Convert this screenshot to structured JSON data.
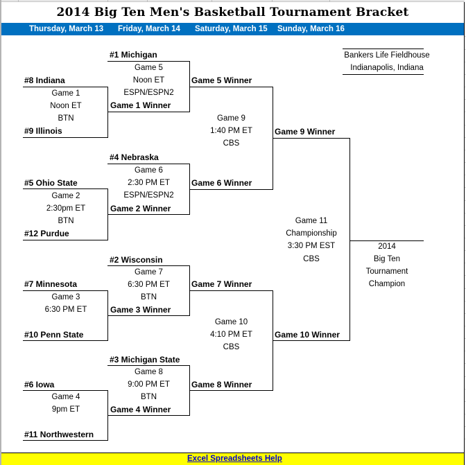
{
  "title": "2014 Big Ten Men's Basketball Tournament Bracket",
  "dates": [
    "Thursday, March 13",
    "Friday, March 14",
    "Saturday, March 15",
    "Sunday, March 16"
  ],
  "venue": {
    "name": "Bankers Life Fieldhouse",
    "city": "Indianapolis, Indiana"
  },
  "round1": [
    {
      "top": "#8 Indiana",
      "bottom": "#9 Illinois",
      "game": "Game 1",
      "time": "Noon ET",
      "tv": "BTN"
    },
    {
      "top": "#5 Ohio State",
      "bottom": "#12 Purdue",
      "game": "Game 2",
      "time": "2:30pm ET",
      "tv": "BTN"
    },
    {
      "top": "#7 Minnesota",
      "bottom": "#10 Penn State",
      "game": "Game 3",
      "time": "6:30 PM ET",
      "tv": ""
    },
    {
      "top": "#6 Iowa",
      "bottom": "#11 Northwestern",
      "game": "Game 4",
      "time": "9pm ET",
      "tv": ""
    }
  ],
  "round2": [
    {
      "top": "#1 Michigan",
      "bottom": "Game 1 Winner",
      "game": "Game 5",
      "time": "Noon ET",
      "tv": "ESPN/ESPN2"
    },
    {
      "top": "#4 Nebraska",
      "bottom": "Game 2 Winner",
      "game": "Game 6",
      "time": "2:30 PM ET",
      "tv": "ESPN/ESPN2"
    },
    {
      "top": "#2 Wisconsin",
      "bottom": "Game 3 Winner",
      "game": "Game 7",
      "time": "6:30 PM ET",
      "tv": "BTN"
    },
    {
      "top": "#3 Michigan State",
      "bottom": "Game 4 Winner",
      "game": "Game 8",
      "time": "9:00 PM ET",
      "tv": "BTN"
    }
  ],
  "semis": [
    {
      "top": "Game 5 Winner",
      "bottom": "Game 6 Winner",
      "game": "Game 9",
      "time": "1:40 PM ET",
      "tv": "CBS"
    },
    {
      "top": "Game 7 Winner",
      "bottom": "Game 8 Winner",
      "game": "Game 10",
      "time": "4:10 PM ET",
      "tv": "CBS"
    }
  ],
  "final": {
    "top": "Game 9 Winner",
    "bottom": "Game 10 Winner",
    "game": "Game 11",
    "label": "Championship",
    "time": "3:30 PM EST",
    "tv": "CBS"
  },
  "champion": {
    "line1": "2014",
    "line2": "Big Ten",
    "line3": "Tournament",
    "line4": "Champion"
  },
  "footer": {
    "link": "Excel Spreadsheets Help"
  },
  "colors": {
    "date_band": "#0070c0",
    "footer_band": "#ffff00",
    "link": "#0000cc"
  }
}
